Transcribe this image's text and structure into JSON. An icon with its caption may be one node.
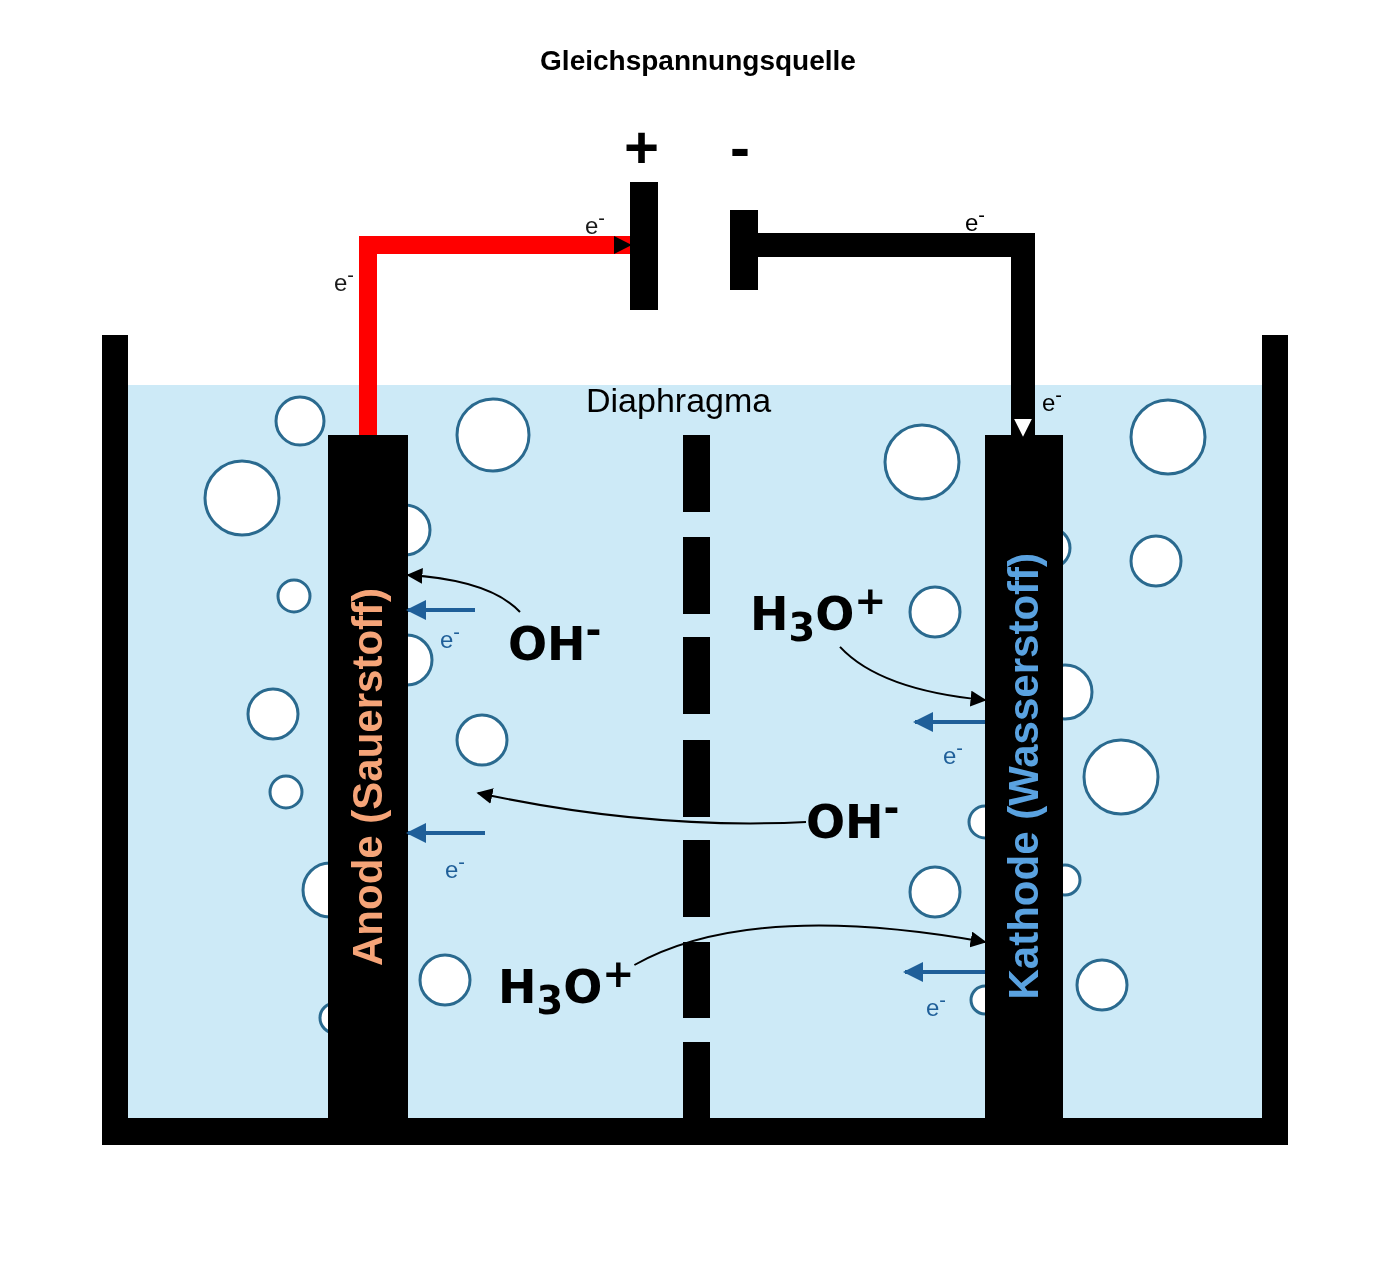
{
  "diagram": {
    "title": "Gleichspannungsquelle",
    "nodes": [
      {
        "text": [
          "+"
        ]
      },
      {
        "text": [
          "-"
        ]
      },
      {
        "text": [
          "Anode (Sauerstoff)"
        ]
      },
      {
        "text": [
          "Kathode (Wasserstoff)"
        ]
      },
      {
        "text": [
          "OH$^{-}$"
        ]
      },
      {
        "text": [
          "H$_{3}$O$^{+}$"
        ]
      },
      {
        "text": [
          "OH$^{-}$"
        ]
      },
      {
        "text": [
          "H$_{3}$O$^{+}$"
        ]
      }
    ],
    "edges": [
      {
        "from": 2,
        "to": 0,
        "arrow": "to",
        "label": "e$^{-}$",
        "style": "thick",
        "color": "#ff0000"
      },
      {
        "from": 1,
        "to": 3,
        "arrow": "to",
        "label": "e$^{-}$",
        "style": "thick"
      },
      {
        "from": 4,
        "to": 2,
        "arrow": "to"
      },
      {
        "from": 5,
        "to": 3,
        "arrow": "to"
      },
      {
        "from": 6,
        "to": null,
        "arrow": "to"
      },
      {
        "from": 7,
        "to": 3,
        "arrow": "to"
      },
      {
        "from": null,
        "to": 2,
        "arrow": "to",
        "label": "e$^{-}$",
        "color": "#1f5f99"
      },
      {
        "from": null,
        "to": 2,
        "arrow": "to",
        "label": "e$^{-}$",
        "color": "#1f5f99"
      },
      {
        "from": 3,
        "to": null,
        "arrow": "to",
        "label": "e$^{-}$",
        "color": "#1f5f99"
      },
      {
        "from": 3,
        "to": null,
        "arrow": "to",
        "label": "e$^{-}$",
        "color": "#1f5f99"
      }
    ],
    "labels": [
      "e$^{-}$",
      "e$^{-}$",
      "Diaphragma"
    ]
  }
}
